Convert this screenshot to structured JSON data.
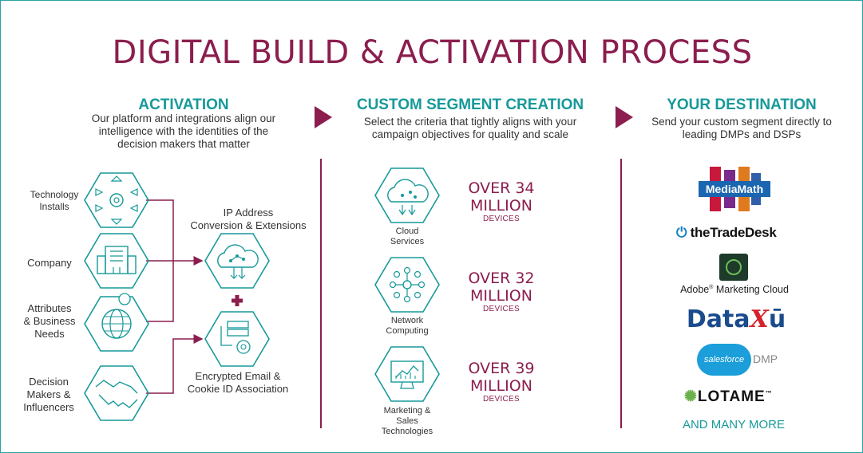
{
  "title": "DIGITAL BUILD & ACTIVATION PROCESS",
  "colors": {
    "accent": "#8b1e4e",
    "teal": "#17999a",
    "text": "#333333"
  },
  "activation": {
    "heading": "ACTIVATION",
    "subtitle_lines": [
      "Our platform and integrations align our",
      "intelligence with the identities of the",
      "decision makers that matter"
    ],
    "inputs": [
      {
        "label_lines": [
          "Technology",
          "Installs"
        ],
        "icon": "arrows-gear-icon"
      },
      {
        "label_lines": [
          "Company"
        ],
        "icon": "building-icon"
      },
      {
        "label_lines": [
          "Attributes",
          "& Business",
          "Needs"
        ],
        "icon": "globe-pin-icon"
      },
      {
        "label_lines": [
          "Decision",
          "Makers &",
          "Influencers"
        ],
        "icon": "handshake-icon"
      }
    ],
    "outputs": [
      {
        "label_lines": [
          "IP Address",
          "Conversion & Extensions"
        ],
        "icon": "cloud-network-icon"
      },
      {
        "label_lines": [
          "Encrypted Email &",
          "Cookie ID Association"
        ],
        "icon": "server-gear-icon"
      }
    ],
    "plus": "+"
  },
  "custom": {
    "heading": "CUSTOM SEGMENT CREATION",
    "subtitle_lines": [
      "Select the criteria that tightly aligns with your",
      "campaign objectives for quality and scale"
    ],
    "segments": [
      {
        "label_lines": [
          "Cloud",
          "Services"
        ],
        "over": "OVER",
        "number": "34",
        "million": "MILLION",
        "devices": "DEVICES",
        "icon": "cloud-icon"
      },
      {
        "label_lines": [
          "Network",
          "Computing"
        ],
        "over": "OVER",
        "number": "32",
        "million": "MILLION",
        "devices": "DEVICES",
        "icon": "network-icon"
      },
      {
        "label_lines": [
          "Marketing &",
          "Sales",
          "Technologies"
        ],
        "over": "OVER",
        "number": "39",
        "million": "MILLION",
        "devices": "DEVICES",
        "icon": "monitor-chart-icon"
      }
    ]
  },
  "destination": {
    "heading": "YOUR DESTINATION",
    "subtitle_lines": [
      "Send your custom segment directly to",
      "leading DMPs and DSPs"
    ],
    "logos": {
      "mediamath": "MediaMath",
      "tradedesk": "theTradeDesk",
      "adobe": "Adobe",
      "adobe_rest": " Marketing Cloud",
      "dataxu_a": "Data",
      "dataxu_b": "X",
      "dataxu_c": "ū",
      "salesforce": "salesforce",
      "dmp": "DMP",
      "lotame": "LOTAME",
      "tm": "™"
    },
    "more": "AND MANY MORE"
  }
}
